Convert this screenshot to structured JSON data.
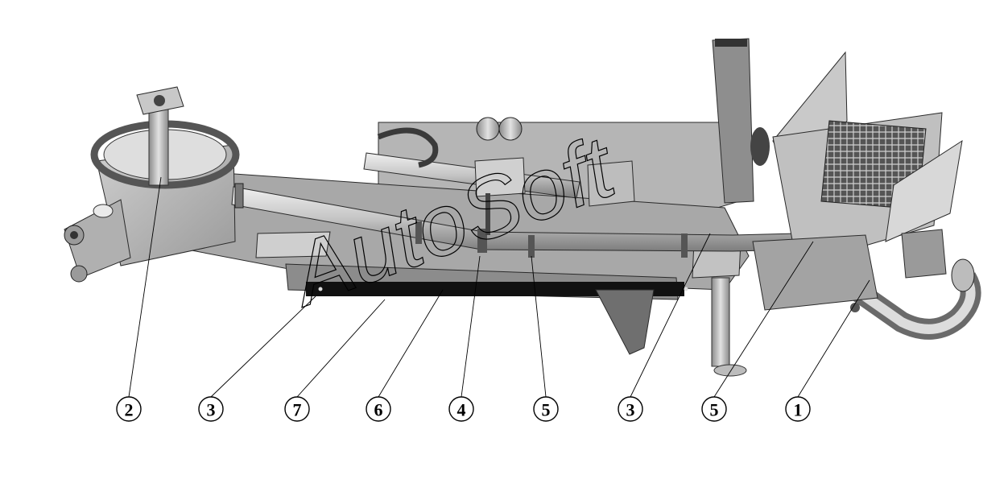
{
  "figure": {
    "callouts": [
      {
        "id": "c1",
        "label": "2"
      },
      {
        "id": "c2",
        "label": "3"
      },
      {
        "id": "c3",
        "label": "7"
      },
      {
        "id": "c4",
        "label": "6"
      },
      {
        "id": "c5",
        "label": "4"
      },
      {
        "id": "c6",
        "label": "5"
      },
      {
        "id": "c7",
        "label": "3"
      },
      {
        "id": "c8",
        "label": "5"
      },
      {
        "id": "c9",
        "label": "1"
      }
    ]
  },
  "watermark": {
    "text": "AutoSoft"
  },
  "colors": {
    "background": "#ffffff",
    "metal_light": "#d9d9d9",
    "metal_mid": "#b3b3b3",
    "metal_dark": "#7a7a7a",
    "outline": "#000000"
  }
}
